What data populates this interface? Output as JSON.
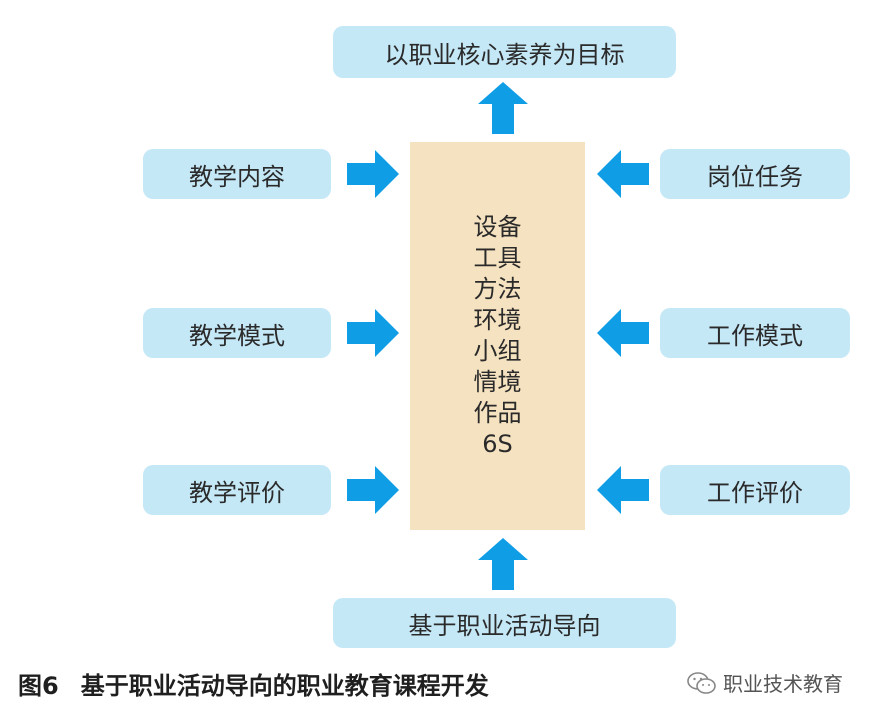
{
  "colors": {
    "box": "#c5e8f7",
    "center": "#f5e2c0",
    "arrow": "#0f9ee6"
  },
  "top_box": "以职业核心素养为目标",
  "bottom_box": "基于职业活动导向",
  "left_boxes": [
    "教学内容",
    "教学模式",
    "教学评价"
  ],
  "right_boxes": [
    "岗位任务",
    "工作模式",
    "工作评价"
  ],
  "center_items": [
    "设备",
    "工具",
    "方法",
    "环境",
    "小组",
    "情境",
    "作品",
    "6S"
  ],
  "caption": {
    "number": "图6",
    "title": "基于职业活动导向的职业教育课程开发"
  },
  "watermark": {
    "text": "职业技术教育",
    "icon": "wechat-icon"
  }
}
